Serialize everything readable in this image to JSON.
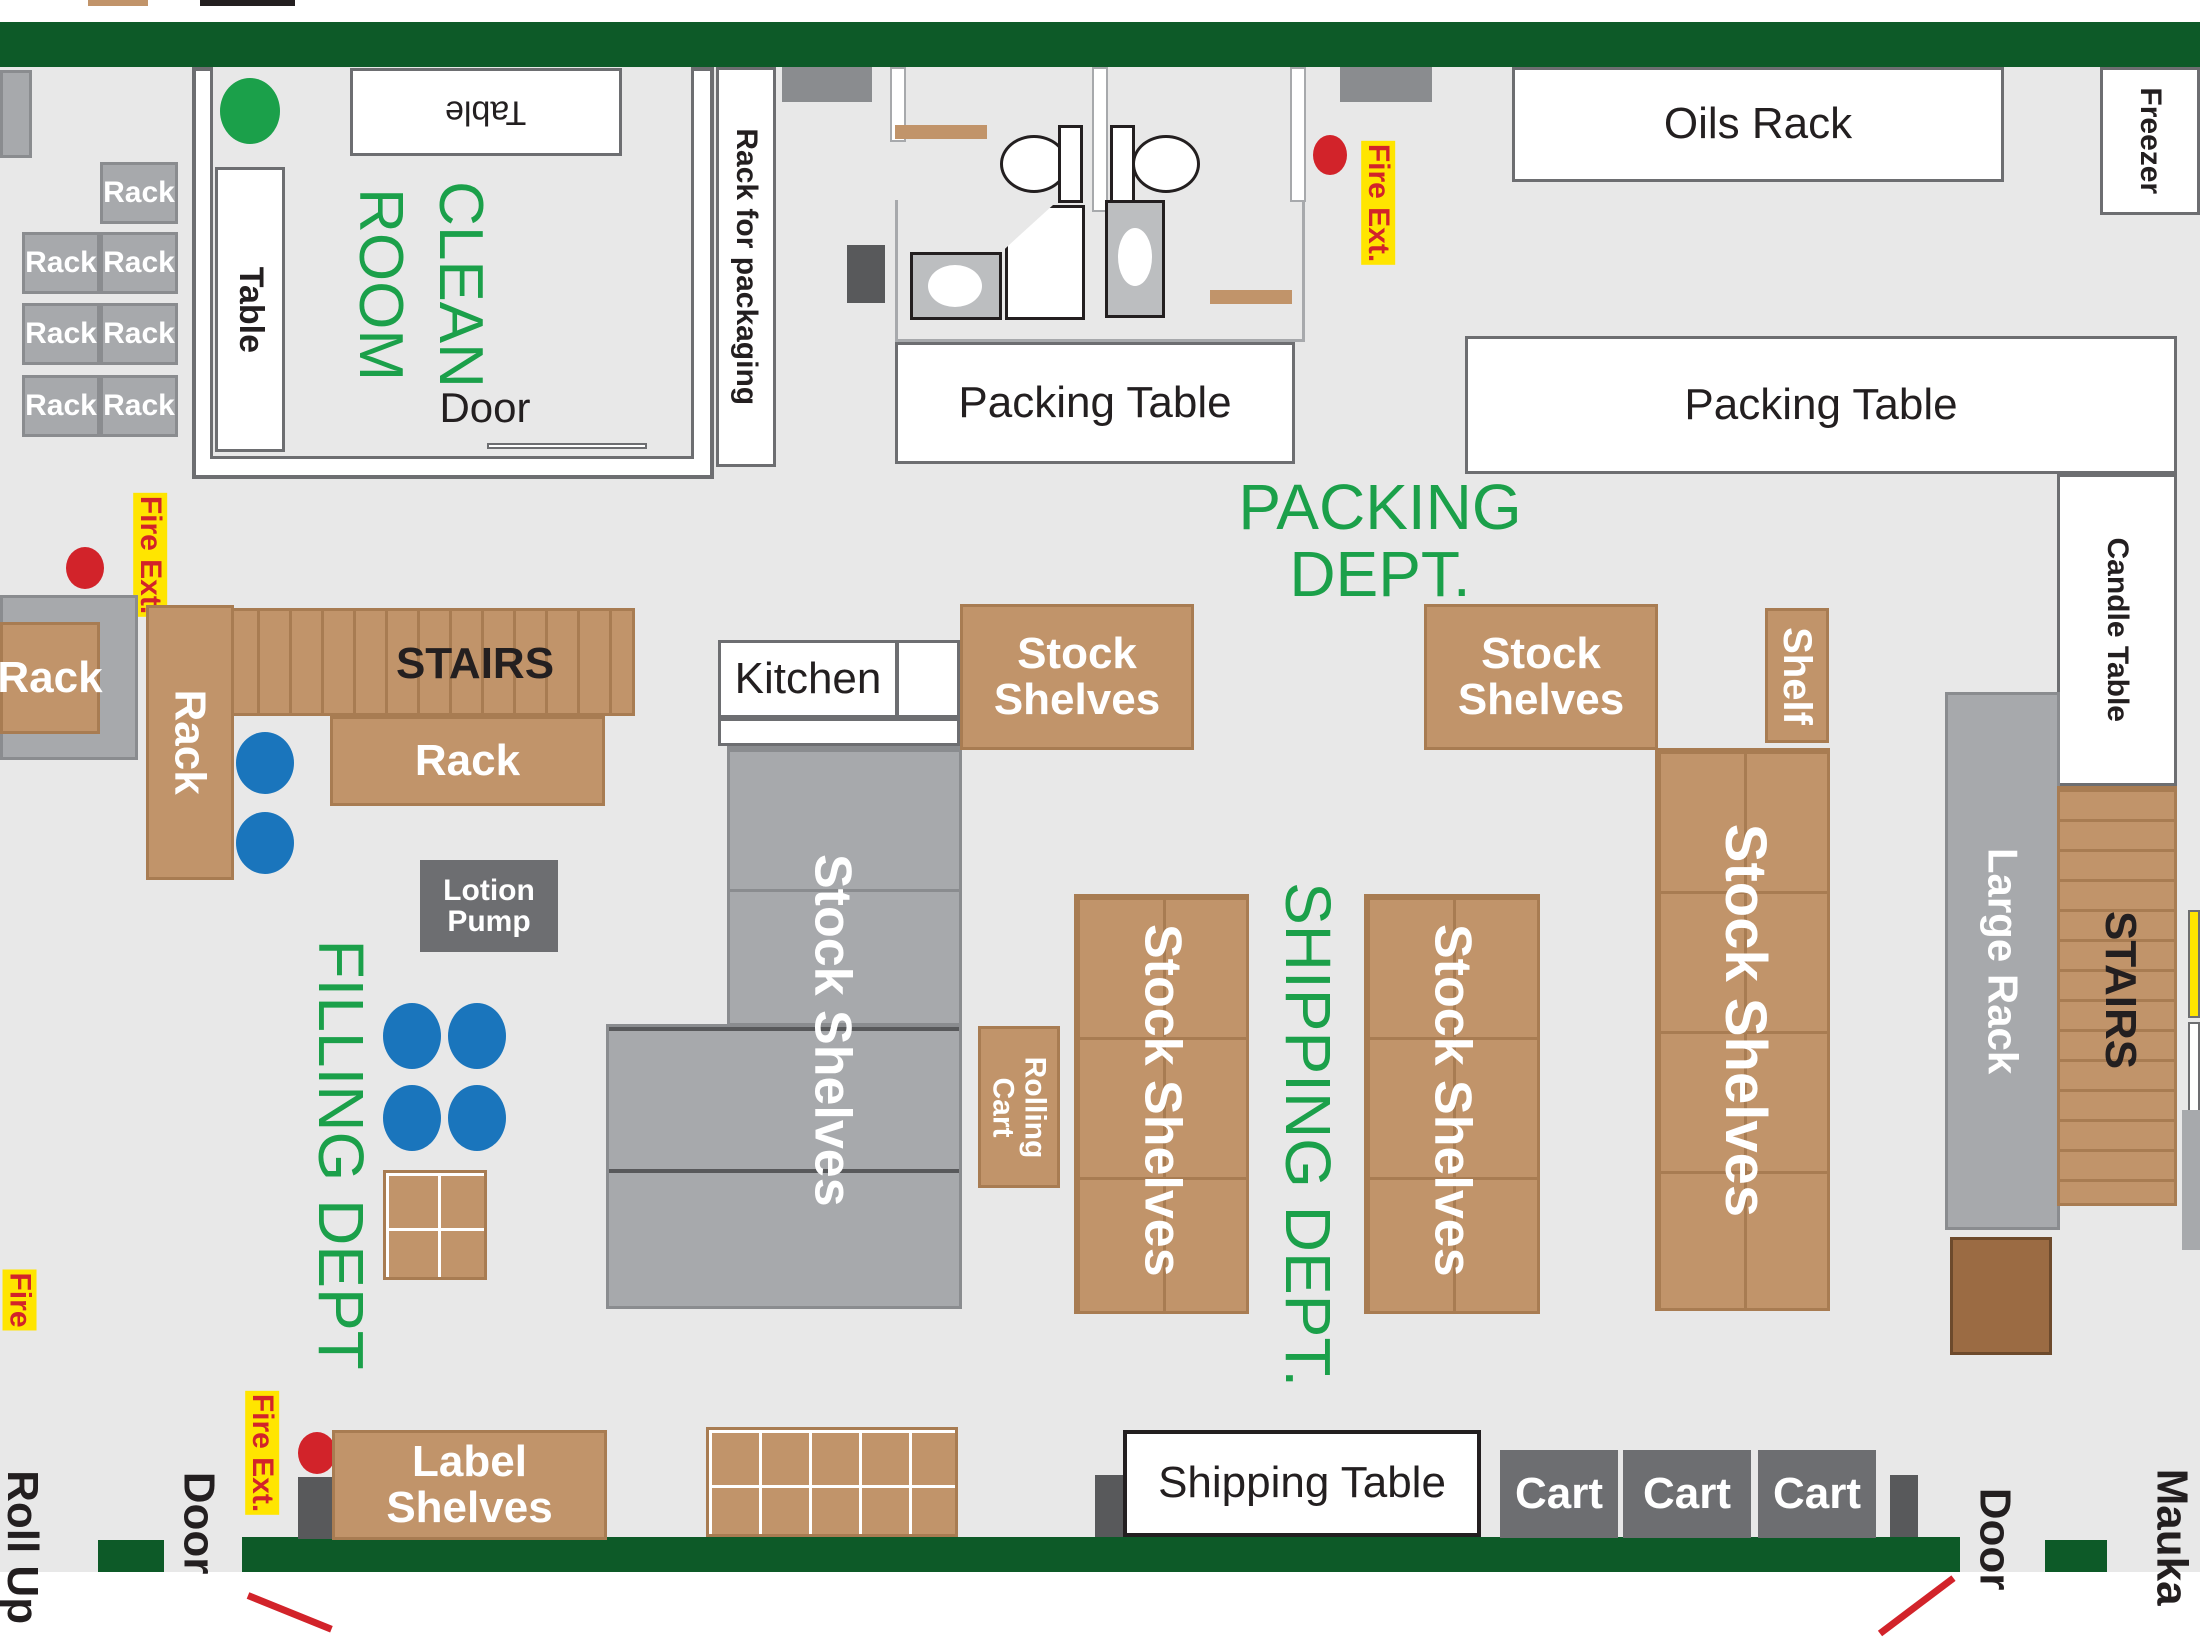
{
  "map": {
    "departments": {
      "packing": "PACKING DEPT.",
      "shipping": "SHIPPING DEPT.",
      "filling": "FILLING DEPT",
      "clean_room_line1": "CLEAN",
      "clean_room_line2": "ROOM"
    },
    "labels": {
      "table": "Table",
      "door": "Door",
      "rack": "Rack",
      "rack_for_packaging": "Rack for packaging",
      "oils_rack": "Oils Rack",
      "freezer": "Freezer",
      "packing_table": "Packing Table",
      "fire_ext": "Fire Ext.",
      "fire": "Fire",
      "stairs": "STAIRS",
      "kitchen": "Kitchen",
      "stock_shelves": "Stock Shelves",
      "stock_line1": "Stock",
      "stock_line2": "Shelves",
      "shelf": "Shelf",
      "candle_table": "Candle Table",
      "large_rack": "Large Rack",
      "lotion_pump_line1": "Lotion",
      "lotion_pump_line2": "Pump",
      "rolling_cart_line1": "Rolling",
      "rolling_cart_line2": "Cart",
      "label_shelves": "Label Shelves",
      "shipping_table": "Shipping Table",
      "cart": "Cart",
      "roll_up": "Roll Up",
      "mauka": "Mauka"
    },
    "colors": {
      "wall": "#0d5a28",
      "floor": "#e8e8e8",
      "shelving": "#c1946a",
      "gray_storage": "#a7a9ac",
      "dept_text": "#1ba04a",
      "fire_extinguisher": "#d2232a",
      "filling_drum": "#1a75bc"
    }
  }
}
